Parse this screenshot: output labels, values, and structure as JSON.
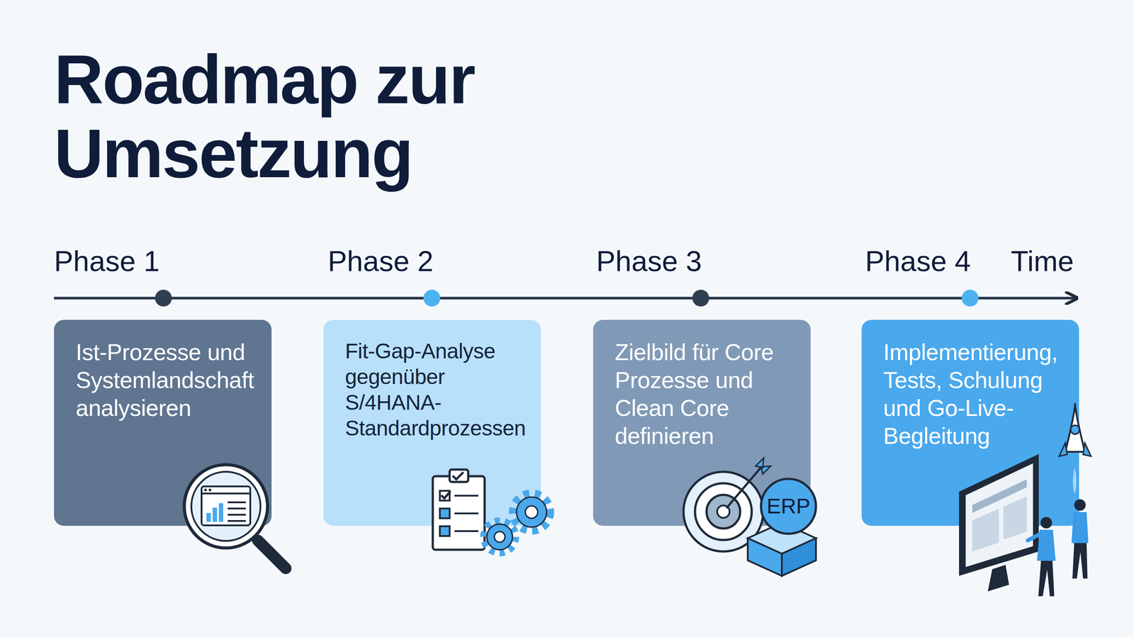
{
  "diagram": {
    "title": "Roadmap zur Umsetzung",
    "nodes": [
      {
        "text": [
          "Ist-Prozesse und Systemlandschaft analysieren"
        ]
      },
      {
        "text": [
          "Fit-Gap-Analyse gegenüber S/4HANA-Standardprozessen"
        ]
      },
      {
        "text": [
          "Zielbild für Core Prozesse und Clean Core definieren"
        ]
      },
      {
        "text": [
          "Implementierung, Tests, Schulung und Go-Live-Begleitung"
        ]
      }
    ],
    "labels": [
      "Phase 1",
      "Phase 2",
      "Phase 3",
      "Phase 4",
      "Time",
      "ERP"
    ]
  }
}
